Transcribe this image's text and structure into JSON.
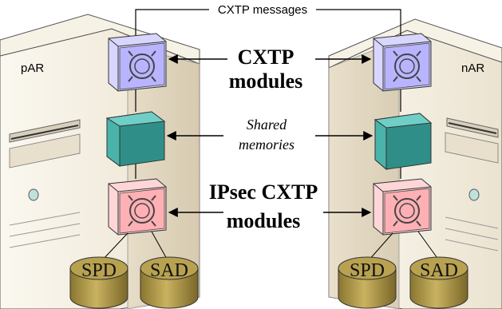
{
  "top_connector": {
    "label": "CXTP messages"
  },
  "nodes": {
    "left": {
      "label": "pAR"
    },
    "right": {
      "label": "nAR"
    }
  },
  "annotations": {
    "cxtp": {
      "line1": "CXTP",
      "line2": "modules"
    },
    "shared": {
      "line1": "Shared",
      "line2": "memories"
    },
    "ipsec": {
      "line1": "IPsec CXTP",
      "line2": "modules"
    }
  },
  "databases": {
    "left": [
      "SPD",
      "SAD"
    ],
    "right": [
      "SPD",
      "SAD"
    ]
  },
  "colors": {
    "server_body": "#f1eadb",
    "cxtp_module": "#b8b4ff",
    "shared_memory": "#3aa39c",
    "ipsec_module": "#ffb0b4",
    "database": "#a9923f"
  }
}
